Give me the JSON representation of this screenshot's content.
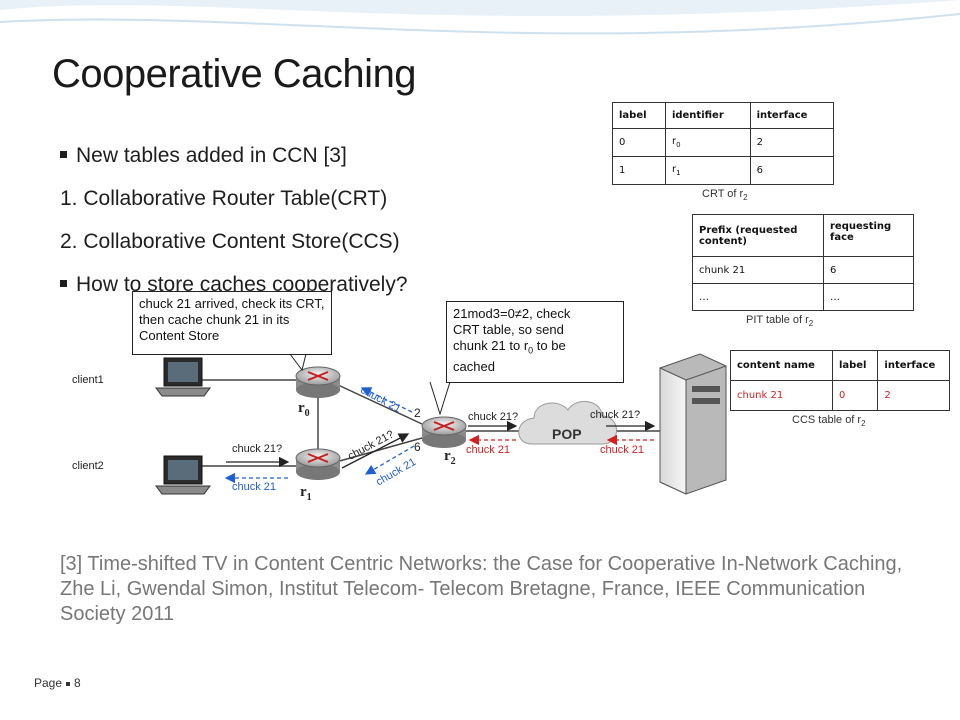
{
  "title": "Cooperative Caching",
  "bullets": [
    {
      "marker": "square",
      "text": "New tables added in CCN [3]"
    },
    {
      "marker": "none",
      "text": "1. Collaborative Router Table(CRT)"
    },
    {
      "marker": "none",
      "text": "2. Collaborative Content Store(CCS)"
    },
    {
      "marker": "square",
      "text": "How to store caches cooperatively?"
    }
  ],
  "crt_table": {
    "headers": [
      "label",
      "identifier",
      "interface"
    ],
    "rows": [
      [
        "0",
        "r",
        "0",
        "2"
      ],
      [
        "1",
        "r",
        "1",
        "6"
      ]
    ],
    "caption": "CRT of r",
    "caption_sub": "2"
  },
  "pit_table": {
    "headers": [
      "Prefix (requested content)",
      "requesting face"
    ],
    "rows": [
      [
        "chunk 21",
        "6"
      ],
      [
        "…",
        "…"
      ]
    ],
    "caption": "PIT table of r",
    "caption_sub": "2"
  },
  "ccs_table": {
    "headers": [
      "content name",
      "label",
      "interface"
    ],
    "rows": [
      [
        "chunk 21",
        "0",
        "2"
      ]
    ],
    "row_color": "#d42020",
    "caption": "CCS table of r",
    "caption_sub": "2"
  },
  "callouts": {
    "left": "chuck 21 arrived, check its CRT, then cache chunk 21 in its Content Store",
    "right_line1": "21mod3=0≠2, check",
    "right_line2": "CRT table, so send",
    "right_line3a": "chunk 21 to r",
    "right_line3sub": "0",
    "right_line3b": " to be",
    "right_line4": "cached"
  },
  "diagram": {
    "client1": "client1",
    "client2": "client2",
    "r0": "r",
    "r0_sub": "0",
    "r1": "r",
    "r1_sub": "1",
    "r2": "r",
    "r2_sub": "2",
    "pop": "POP",
    "iface_2": "2",
    "iface_6": "6",
    "msg_r0_r2": "chuck 21",
    "msg_r1_r2_request": "chuck 21?",
    "msg_r2_r1": "chuck 21",
    "msg_client2_request": "chuck 21?",
    "msg_client2_reply": "chuck 21",
    "msg_r2_pop_request": "chuck 21?",
    "msg_pop_r2_reply": "chuck 21",
    "msg_pop_server_request": "chuck 21?",
    "msg_server_pop_reply": "chuck 21",
    "colors": {
      "interest": "#222222",
      "data_blue": "#1f5fd1",
      "data_red": "#d42020"
    }
  },
  "reference": "[3] Time-shifted TV in Content Centric Networks: the Case for Cooperative In-Network Caching, Zhe Li, Gwendal Simon, Institut Telecom- Telecom Bretagne, France, IEEE Communication Society 2011",
  "footer": {
    "page_label": "Page",
    "page_number": "8"
  }
}
